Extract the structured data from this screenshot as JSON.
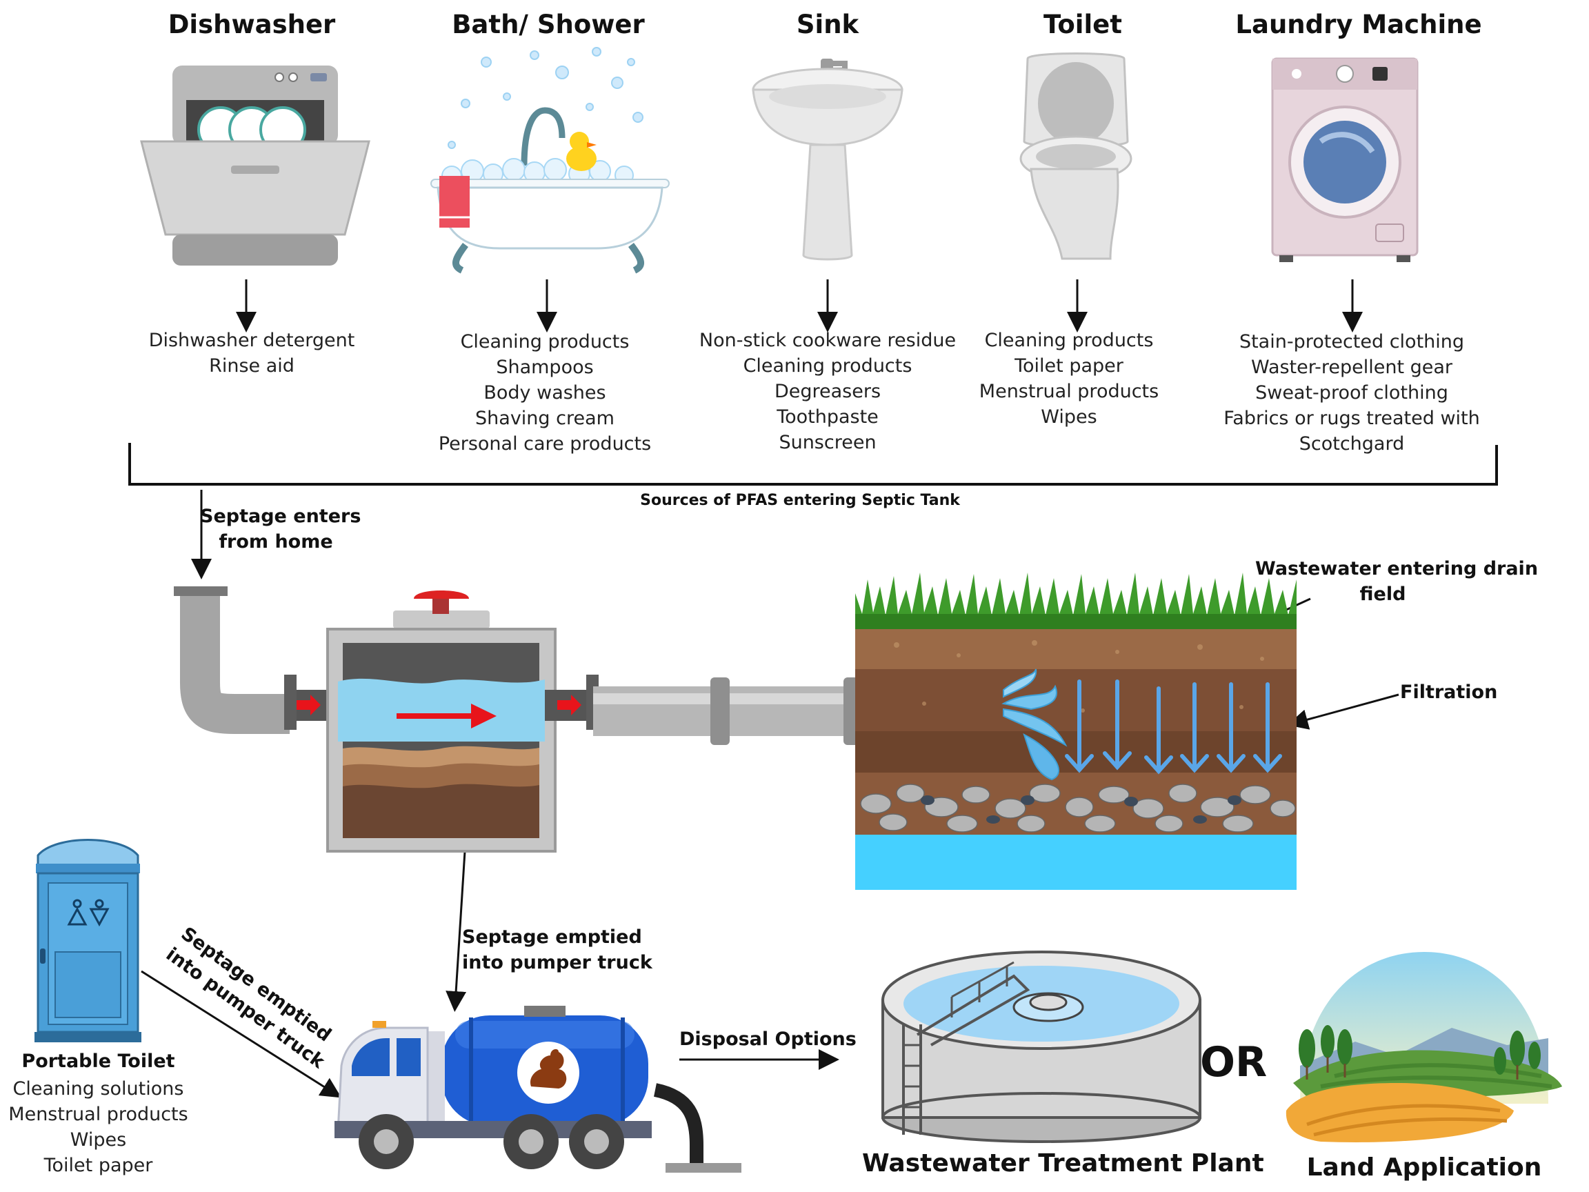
{
  "sources": [
    {
      "title": "Dishwasher",
      "items": [
        "Dishwasher detergent",
        "Rinse aid"
      ]
    },
    {
      "title": "Bath/ Shower",
      "items": [
        "Cleaning products",
        "Shampoos",
        "Body washes",
        "Shaving cream",
        "Personal care products"
      ]
    },
    {
      "title": "Sink",
      "items": [
        "Non-stick cookware residue",
        "Cleaning products",
        "Degreasers",
        "Toothpaste",
        "Sunscreen"
      ]
    },
    {
      "title": "Toilet",
      "items": [
        "Cleaning products",
        "Toilet paper",
        "Menstrual products",
        "Wipes"
      ]
    },
    {
      "title": "Laundry Machine",
      "items": [
        "Stain-protected clothing",
        "Waster-repellent gear",
        "Sweat-proof clothing",
        "Fabrics or rugs treated with",
        "Scotchgard"
      ]
    }
  ],
  "bracket_label": "Sources of PFAS entering Septic Tank",
  "septage_enters": [
    "Septage enters",
    "from home"
  ],
  "drain_field": [
    "Wastewater entering drain",
    "field"
  ],
  "filtration": "Filtration",
  "septage_emptied": [
    "Septage emptied",
    "into pumper truck"
  ],
  "portable_toilet": {
    "title": "Portable Toilet",
    "items": [
      "Cleaning solutions",
      "Menstrual products",
      "Wipes",
      "Toilet paper"
    ]
  },
  "portable_arrow_label": [
    "Septage emptied",
    "into pumper truck"
  ],
  "disposal_options": "Disposal Options",
  "or_text": "OR",
  "wwtp": "Wastewater Treatment Plant",
  "land_application": "Land Application",
  "colors": {
    "tank_water": "#87ceeb",
    "sludge": "#6b4632",
    "soil": "#8b5a3c",
    "grass": "#3e9b2b",
    "groundwater": "#45d0ff",
    "arrow_red": "#e8141b",
    "filter_arrow": "#5aa6e8"
  }
}
